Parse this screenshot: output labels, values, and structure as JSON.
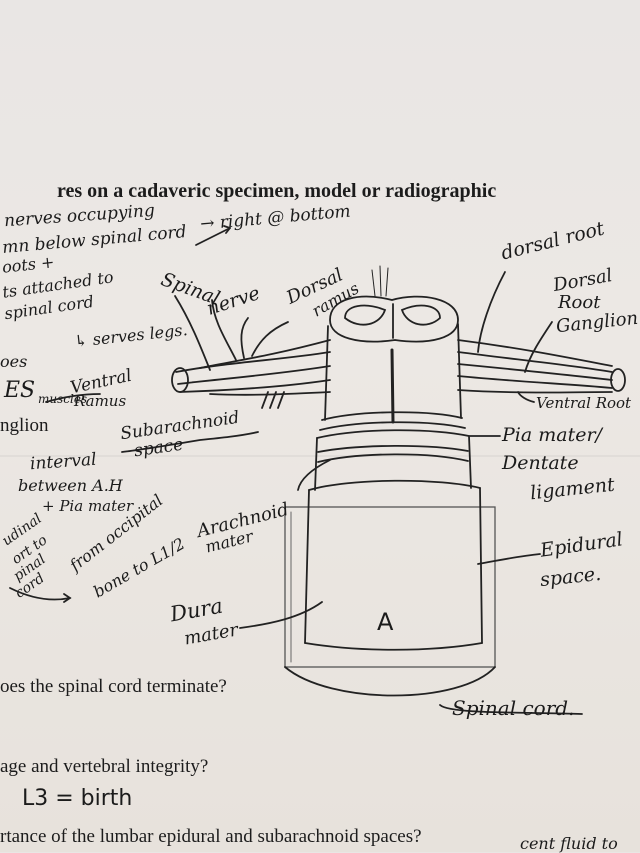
{
  "printed": {
    "line_heading": "res on a cadaveric specimen, model or radiographic",
    "line_ganglion": "nglion",
    "line_terminate": "oes the spinal cord terminate?",
    "line_integrity": "age and vertebral integrity?",
    "line_spaces": "rtance of the lumbar epidural and subarachnoid spaces?"
  },
  "notes_left": {
    "n1": "nerves occupying",
    "n2": "mn below spinal cord",
    "n2_arrow": "→ right @ bottom",
    "n3": "oots +",
    "n4": "ts attached to",
    "n5": "spinal cord",
    "n6": "↳ serves legs.",
    "n7": "oes",
    "n8": "ES",
    "n9": "muscles",
    "n10": "interval",
    "n11": "between A.H",
    "n12": "+ Pia mater",
    "n13": "udinal",
    "n14": "ort to",
    "n15": "pinal",
    "n16": "cord",
    "n17": "from occipital",
    "n18": "bone to L1/2"
  },
  "labels": {
    "spinal_nerve_1": "Spinal",
    "spinal_nerve_2": "nerve",
    "dorsal_ramus_1": "Dorsal",
    "dorsal_ramus_2": "ramus",
    "ventral_ramus_1": "Ventral",
    "ventral_ramus_2": "Ramus",
    "subarachnoid_1": "Subarachnoid",
    "subarachnoid_2": "space",
    "arachnoid_1": "Arachnoid",
    "arachnoid_2": "mater",
    "dura_1": "Dura",
    "dura_2": "mater",
    "dorsal_root": "dorsal root",
    "drg_1": "Dorsal",
    "drg_2": "Root",
    "drg_3": "Ganglion",
    "ventral_root": "Ventral Root",
    "pia_1": "Pia mater/",
    "pia_2": "Dentate",
    "pia_3": "ligament",
    "epidural_1": "Epidural",
    "epidural_2": "space.",
    "letter_a": "A",
    "spinal_cord": "Spinal cord.",
    "l3_birth": "L3 = birth",
    "tail": "cent fluid to"
  }
}
